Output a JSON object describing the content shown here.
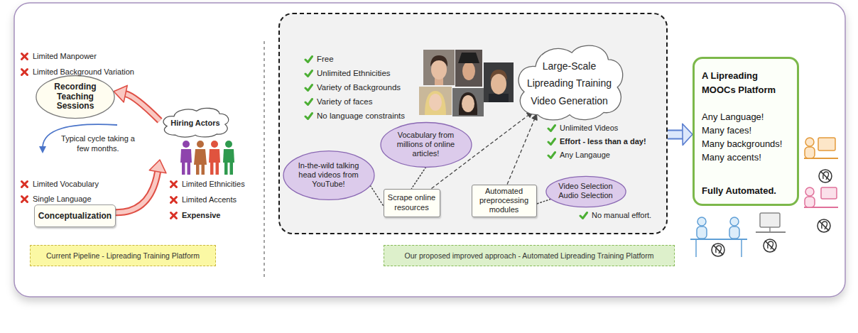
{
  "diagram": {
    "nodes": [
      {
        "text": [
          "Recording Teaching Sessions"
        ]
      },
      {
        "text": [
          "Hiring Actors"
        ]
      },
      {
        "text": [
          "Conceptualization"
        ]
      },
      {
        "text": [
          "Current Pipeline - Lipreading Training Platform"
        ]
      },
      {
        "text": [
          "Free",
          "Unlimited Ethnicities",
          "Variety of Backgrounds",
          "Variety of faces",
          "No language constraints"
        ]
      },
      {
        "text": [
          "Large-Scale Lipreading Training Video Generation"
        ],
        "in": 4
      },
      {
        "text": [
          "Vocabulary from millions of online articles!"
        ],
        "in": 4
      },
      {
        "text": [
          "In-the-wild talking head videos from YouTube!"
        ],
        "in": 4
      },
      {
        "text": [
          "Scrape online resources"
        ],
        "in": 4
      },
      {
        "text": [
          "Automated preprocessing modules"
        ],
        "in": 4
      },
      {
        "text": [
          "Video Selection Audio Selection"
        ],
        "in": 4
      },
      {
        "text": [
          "Our proposed improved approach - Automated Lipreading Training Platform"
        ]
      },
      {
        "text": [
          "A Lipreading MOOCs Platform",
          "Any Language!",
          "Many faces!",
          "Many backgrounds!",
          "Many accents!",
          "Fully Automated."
        ]
      }
    ],
    "edges": [
      {
        "from": 2,
        "to": 1,
        "arrow": "to"
      },
      {
        "from": 1,
        "to": 0,
        "arrow": "to"
      },
      {
        "from": 7,
        "to": 8,
        "arrow": "none"
      },
      {
        "from": 6,
        "to": 8,
        "arrow": "none"
      },
      {
        "from": 8,
        "to": 5,
        "arrow": "to"
      },
      {
        "from": 9,
        "to": 5,
        "arrow": "to"
      },
      {
        "from": 10,
        "to": 9,
        "arrow": "none"
      },
      {
        "from": 4,
        "to": 12,
        "arrow": "to"
      }
    ],
    "labels": [
      "Limited Manpower",
      "Limited Background Variation",
      "Typical cycle taking a few months.",
      "Limited Vocabulary",
      "Single Language",
      "Limited Ethnicities",
      "Limited Accents",
      "Expensive",
      "Unlimited Videos",
      "Effort - less than a day!",
      "Any Langauge",
      "No manual effort."
    ]
  }
}
